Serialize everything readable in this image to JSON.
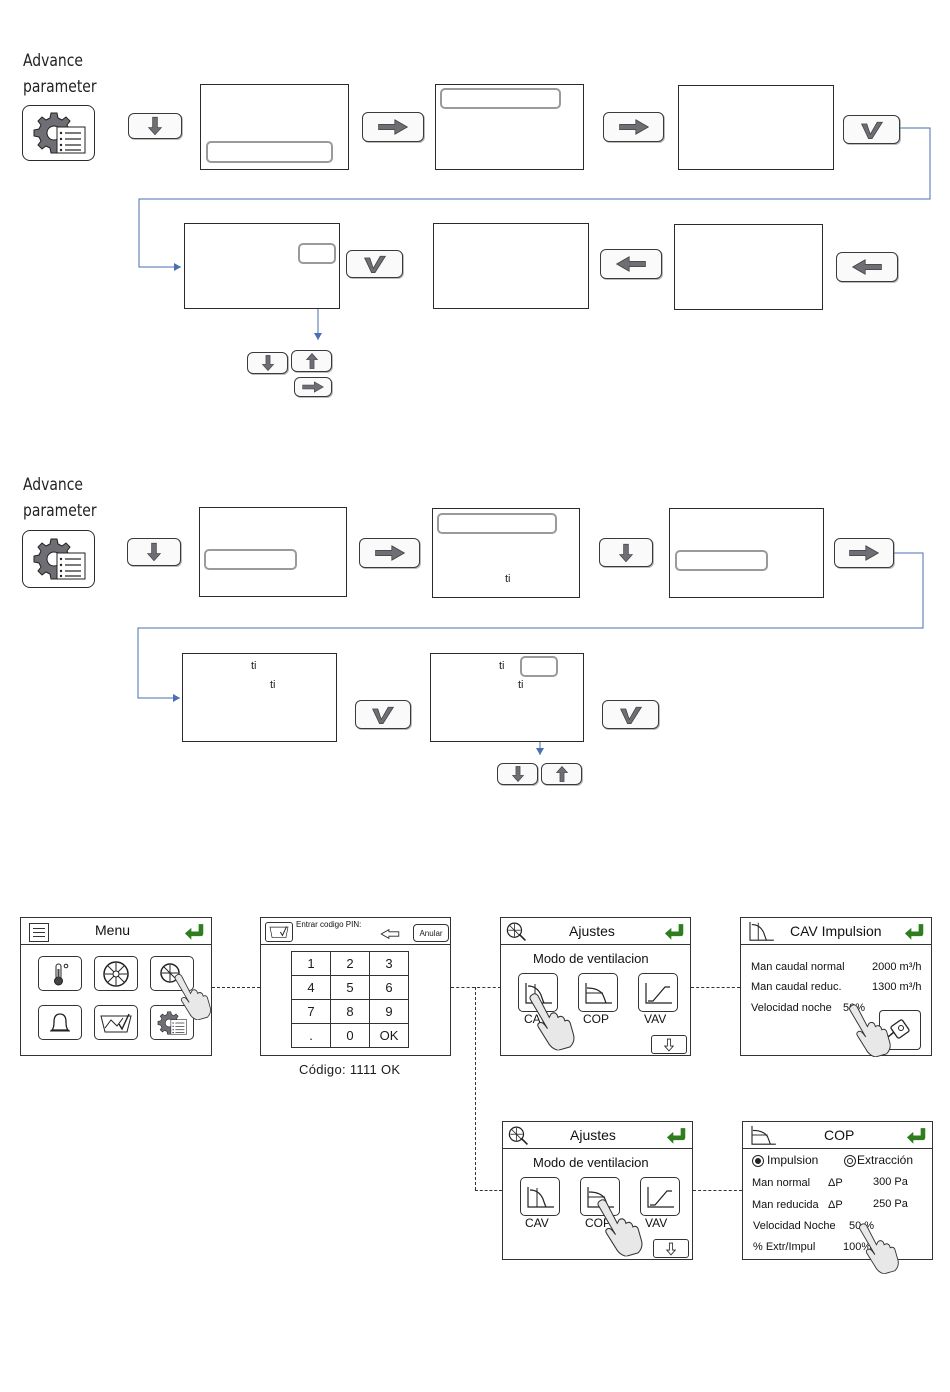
{
  "flow1": {
    "heading_line1": "Advance",
    "heading_line2": "parameter"
  },
  "flow2": {
    "heading_line1": "Advance",
    "heading_line2": "parameter",
    "screen2_text": "ti",
    "screen5_text1": "ti",
    "screen5_text2": "ti",
    "screen6_text1": "ti",
    "screen6_text2": "ti"
  },
  "colors": {
    "connector": "#4a6fb3",
    "accent_green": "#2e7d1f",
    "button_arrow": "#6e6e74"
  },
  "menu": {
    "title": "Menu",
    "icons": [
      "thermometer-icon",
      "fan-icon",
      "settings-fan-icon",
      "bell-icon",
      "schedule-icon",
      "advanced-settings-icon"
    ]
  },
  "pin": {
    "prompt": "Entrar codigo PIN:",
    "cancel_label": "Anular",
    "keys": [
      [
        "1",
        "2",
        "3"
      ],
      [
        "4",
        "5",
        "6"
      ],
      [
        "7",
        "8",
        "9"
      ],
      [
        ".",
        "0",
        "OK"
      ]
    ],
    "caption": "Código: 1111  OK"
  },
  "ajustes1": {
    "title": "Ajustes",
    "subtitle": "Modo de ventilacion",
    "modes": [
      "CAV",
      "COP",
      "VAV"
    ]
  },
  "ajustes2": {
    "title": "Ajustes",
    "subtitle": "Modo de ventilacion",
    "modes": [
      "CAV",
      "COP",
      "VAV"
    ]
  },
  "cav": {
    "title": "CAV Impulsion",
    "row1_label": "Man caudal normal",
    "row1_value": "2000 m³/h",
    "row2_label": "Man caudal reduc.",
    "row2_value": "1300 m³/h",
    "row3_label": "Velocidad noche",
    "row3_value": "50%"
  },
  "cop": {
    "title": "COP",
    "radio1": "Impulsion",
    "radio2": "Extracción",
    "row1_label": "Man normal",
    "row1_delta": "ΔP",
    "row1_value": "300 Pa",
    "row2_label": "Man reducida",
    "row2_delta": "ΔP",
    "row2_value": "250 Pa",
    "row3_label": "Velocidad Noche",
    "row3_value": "50 %",
    "row4_label": "% Extr/Impul",
    "row4_value": "100%"
  }
}
